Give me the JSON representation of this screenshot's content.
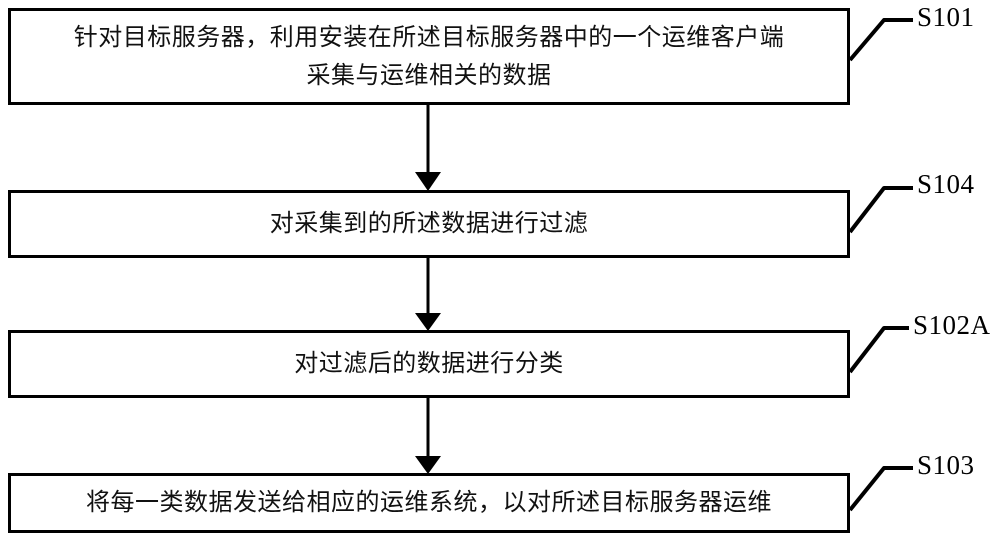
{
  "diagram": {
    "type": "flowchart",
    "orientation": "vertical",
    "background_color": "#ffffff",
    "line_color": "#000000",
    "steps": [
      {
        "id": "S101",
        "ref_label": "S101",
        "text": "针对目标服务器，利用安装在所述目标服务器中的一个运维客户端\n采集与运维相关的数据"
      },
      {
        "id": "S104",
        "ref_label": "S104",
        "text": "对采集到的所述数据进行过滤"
      },
      {
        "id": "S102A",
        "ref_label": "S102A",
        "text": "对过滤后的数据进行分类"
      },
      {
        "id": "S103",
        "ref_label": "S103",
        "text": "将每一类数据发送给相应的运维系统，以对所述目标服务器运维"
      }
    ],
    "connectors": [
      {
        "from": "S101",
        "to": "S104",
        "arrow": "down"
      },
      {
        "from": "S104",
        "to": "S102A",
        "arrow": "down"
      },
      {
        "from": "S102A",
        "to": "S103",
        "arrow": "down"
      }
    ]
  }
}
